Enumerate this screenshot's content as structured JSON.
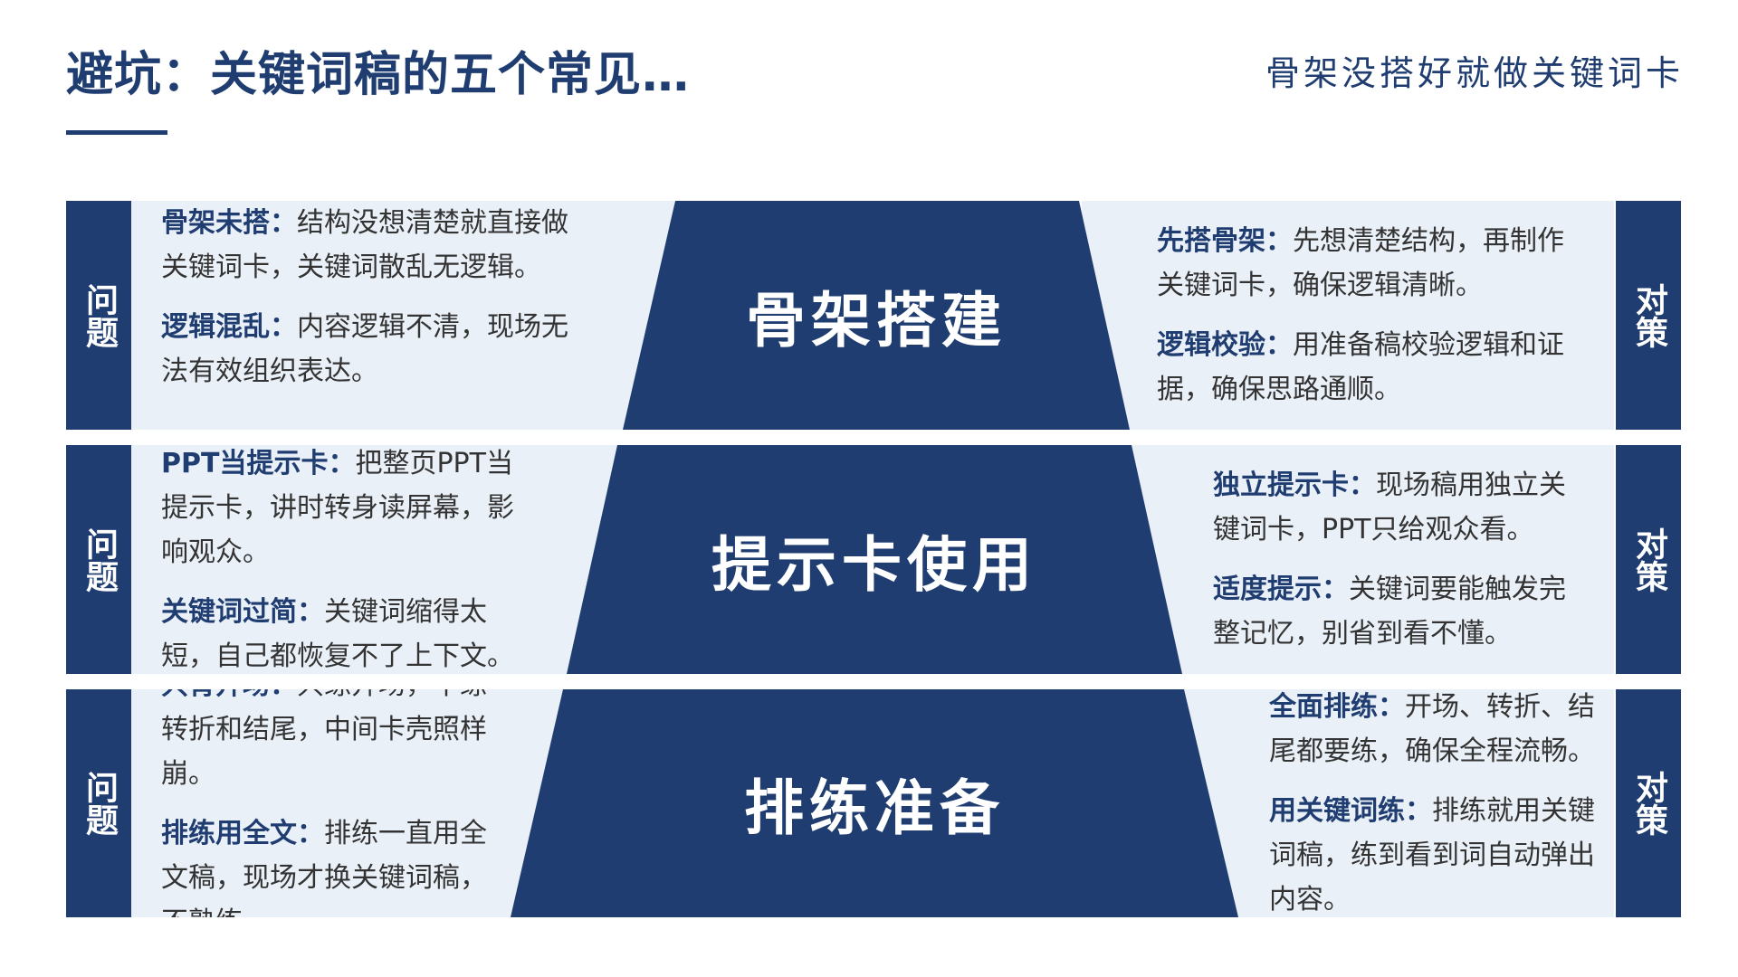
{
  "header": {
    "title": "避坑：关键词稿的五个常见…",
    "subtitle": "骨架没搭好就做关键词卡"
  },
  "labels": {
    "problem": "问题",
    "solution": "对策"
  },
  "rows": [
    {
      "center_title": "骨架搭建",
      "problems": [
        {
          "key": "骨架未搭：",
          "text": "结构没想清楚就直接做关键词卡，关键词散乱无逻辑。"
        },
        {
          "key": "逻辑混乱：",
          "text": "内容逻辑不清，现场无法有效组织表达。"
        }
      ],
      "solutions": [
        {
          "key": "先搭骨架：",
          "text": "先想清楚结构，再制作关键词卡，确保逻辑清晰。"
        },
        {
          "key": "逻辑校验：",
          "text": "用准备稿校验逻辑和证据，确保思路通顺。"
        }
      ]
    },
    {
      "center_title": "提示卡使用",
      "problems": [
        {
          "key": "PPT当提示卡：",
          "text": "把整页PPT当提示卡，讲时转身读屏幕，影响观众。"
        },
        {
          "key": "关键词过简：",
          "text": "关键词缩得太短，自己都恢复不了上下文。"
        }
      ],
      "solutions": [
        {
          "key": "独立提示卡：",
          "text": "现场稿用独立关键词卡，PPT只给观众看。"
        },
        {
          "key": "适度提示：",
          "text": "关键词要能触发完整记忆，别省到看不懂。"
        }
      ]
    },
    {
      "center_title": "排练准备",
      "problems": [
        {
          "key": "只背开场：",
          "text": "只练开场，不练转折和结尾，中间卡壳照样崩。"
        },
        {
          "key": "排练用全文：",
          "text": "排练一直用全文稿，现场才换关键词稿，不熟练。"
        }
      ],
      "solutions": [
        {
          "key": "全面排练：",
          "text": "开场、转折、结尾都要练，确保全程流畅。"
        },
        {
          "key": "用关键词练：",
          "text": "排练就用关键词稿，练到看到词自动弹出内容。"
        }
      ]
    }
  ],
  "colors": {
    "navy": "#1f3d70",
    "panel_bg": "#eaf0f8",
    "body_text": "#333333"
  }
}
